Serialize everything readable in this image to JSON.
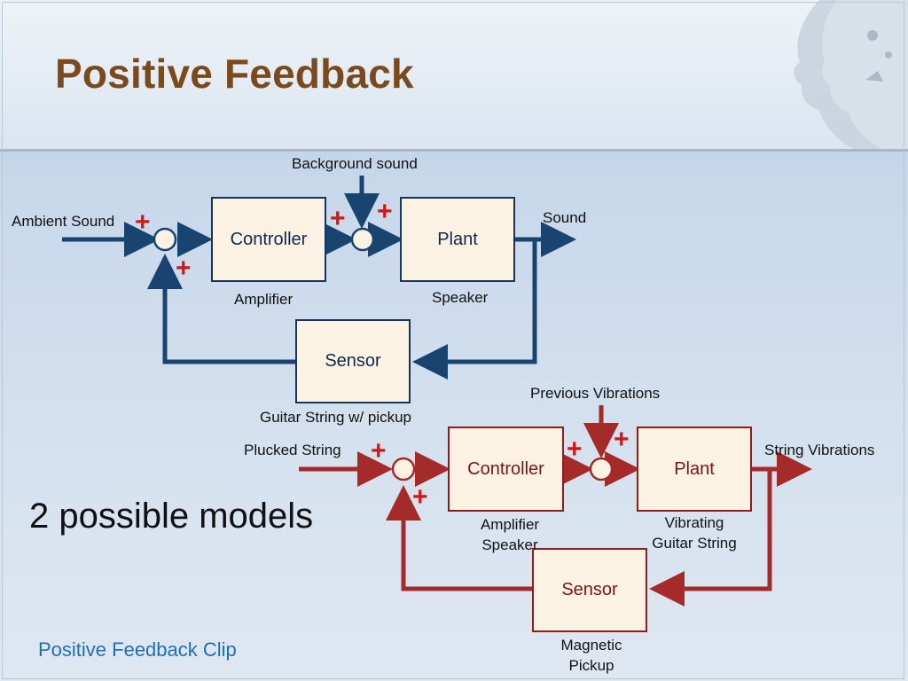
{
  "slide": {
    "title": "Positive Feedback",
    "subtitle": "2 possible models",
    "link_text": "Positive Feedback Clip"
  },
  "top_diagram": {
    "input_label": "Ambient Sound",
    "disturbance_label": "Background sound",
    "output_label": "Sound",
    "controller": {
      "name": "Controller",
      "caption": "Amplifier"
    },
    "plant": {
      "name": "Plant",
      "caption": "Speaker"
    },
    "sensor": {
      "name": "Sensor",
      "caption": "Guitar String w/ pickup"
    },
    "signs": [
      "+",
      "+",
      "+",
      "+"
    ],
    "color": "#1a4470"
  },
  "bottom_diagram": {
    "input_label": "Plucked String",
    "disturbance_label": "Previous Vibrations",
    "output_label": "String Vibrations",
    "controller": {
      "name": "Controller",
      "caption_line1": "Amplifier",
      "caption_line2": "Speaker"
    },
    "plant": {
      "name": "Plant",
      "caption_line1": "Vibrating",
      "caption_line2": "Guitar String"
    },
    "sensor": {
      "name": "Sensor",
      "caption_line1": "Magnetic",
      "caption_line2": "Pickup"
    },
    "signs": [
      "+",
      "+",
      "+",
      "+"
    ],
    "color": "#a52a2a"
  }
}
